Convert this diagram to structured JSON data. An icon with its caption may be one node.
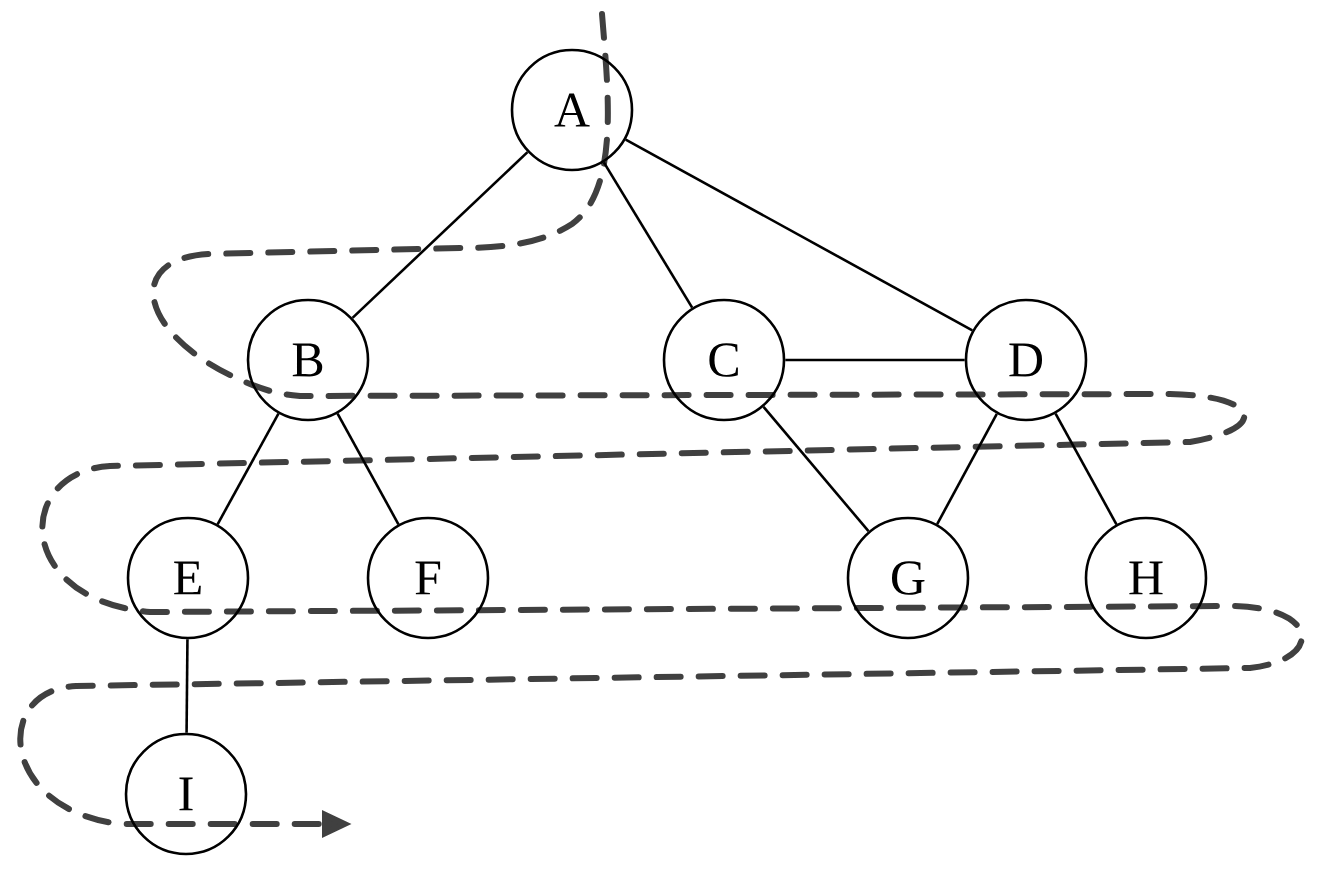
{
  "diagram": {
    "nodes": [
      {
        "text": [
          "A"
        ]
      },
      {
        "text": [
          "B"
        ]
      },
      {
        "text": [
          "C"
        ]
      },
      {
        "text": [
          "D"
        ]
      },
      {
        "text": [
          "E"
        ]
      },
      {
        "text": [
          "F"
        ]
      },
      {
        "text": [
          "G"
        ]
      },
      {
        "text": [
          "H"
        ]
      },
      {
        "text": [
          "I"
        ]
      }
    ],
    "edges": [
      {
        "from": 0,
        "to": 1,
        "arrow": "none"
      },
      {
        "from": 0,
        "to": 2,
        "arrow": "none"
      },
      {
        "from": 0,
        "to": 3,
        "arrow": "none"
      },
      {
        "from": 1,
        "to": 4,
        "arrow": "none"
      },
      {
        "from": 1,
        "to": 5,
        "arrow": "none"
      },
      {
        "from": 2,
        "to": 3,
        "arrow": "none"
      },
      {
        "from": 2,
        "to": 6,
        "arrow": "none"
      },
      {
        "from": 3,
        "to": 6,
        "arrow": "none"
      },
      {
        "from": 3,
        "to": 7,
        "arrow": "none"
      },
      {
        "from": 4,
        "to": 8,
        "arrow": "none"
      }
    ]
  }
}
